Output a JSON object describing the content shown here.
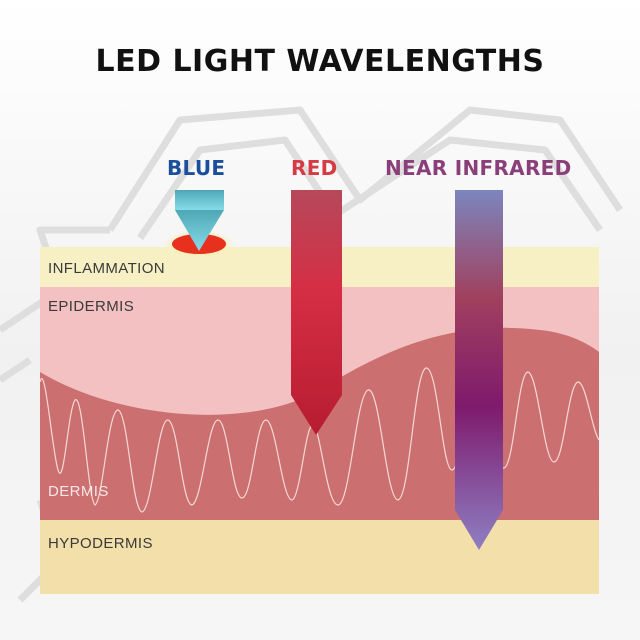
{
  "title": "LED LIGHT WAVELENGTHS",
  "wavelengths": [
    {
      "key": "blue",
      "label": "BLUE",
      "color": "#1B4E9B"
    },
    {
      "key": "red",
      "label": "RED",
      "color": "#D73A44"
    },
    {
      "key": "nir",
      "label": "NEAR INFRARED",
      "color": "#8B3F7A"
    }
  ],
  "layers": {
    "inflammation": "INFLAMMATION",
    "epidermis": "EPIDERMIS",
    "dermis": "DERMIS",
    "hypodermis": "HYPODERMIS"
  },
  "colors": {
    "inflammation_band": "#F6F0C4",
    "epidermis": "#F3C1C1",
    "dermis": "#CC6F70",
    "hypodermis": "#F3DFA9",
    "inflammation_spot": "#E8301E"
  }
}
